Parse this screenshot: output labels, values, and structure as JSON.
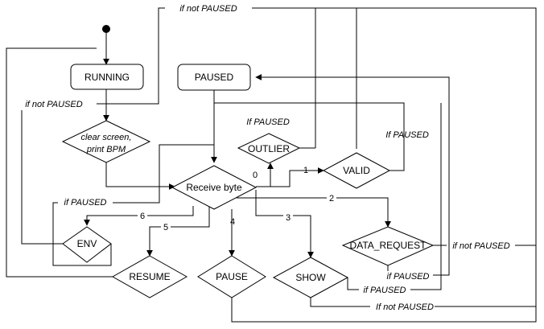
{
  "diagram": {
    "states": {
      "running": "RUNNING",
      "paused": "PAUSED",
      "clear_screen_line1": "clear screen,",
      "clear_screen_line2": "print BPM",
      "receive_byte": "Receive byte",
      "outlier": "OUTLIER",
      "valid": "VALID",
      "data_request": "DATA_REQUEST",
      "env": "ENV",
      "resume": "RESUME",
      "pause": "PAUSE",
      "show": "SHOW"
    },
    "edge_labels": {
      "e0": "0",
      "e1": "1",
      "e2": "2",
      "e3": "3",
      "e4": "4",
      "e5": "5",
      "e6": "6"
    },
    "conditions": {
      "top_if_not_paused": "if not PAUSED",
      "left_if_not_paused": "if not PAUSED",
      "outlier_if_paused": "If PAUSED",
      "valid_if_paused": "If PAUSED",
      "env_if_paused": "if  PAUSED",
      "data_request_if_not_paused": "if not PAUSED",
      "data_request_if_paused": "if PAUSED",
      "show_if_paused": "if PAUSED",
      "show_if_not_paused": "If not PAUSED"
    }
  }
}
